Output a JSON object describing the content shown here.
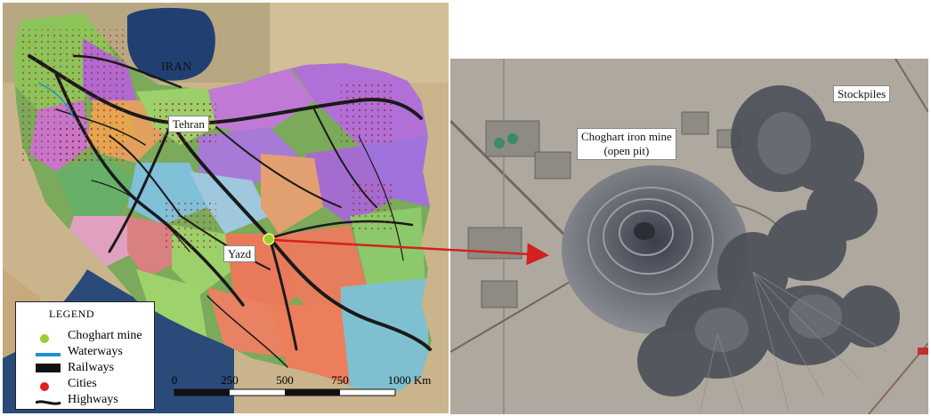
{
  "map": {
    "country_label": "IRAN",
    "city_tehran": "Tehran",
    "city_yazd": "Yazd"
  },
  "legend": {
    "title": "LEGEND",
    "items": [
      {
        "label": "Choghart mine",
        "color": "#9acd32"
      },
      {
        "label": "Waterways",
        "color": "#1e90d6"
      },
      {
        "label": "Railways",
        "color": "#111111"
      },
      {
        "label": "Cities",
        "color": "#e02020"
      },
      {
        "label": "Highways",
        "color": "#111111"
      }
    ]
  },
  "scale_bar": {
    "ticks": [
      "0",
      "250",
      "500",
      "750",
      "1000 Km"
    ]
  },
  "satellite": {
    "mine_label_line1": "Choghart iron mine",
    "mine_label_line2": "(open pit)",
    "stockpiles_label": "Stockpiles"
  },
  "colors": {
    "arrow": "#d42020",
    "sea": "#1f3b6e",
    "land": "#c7b28a"
  }
}
